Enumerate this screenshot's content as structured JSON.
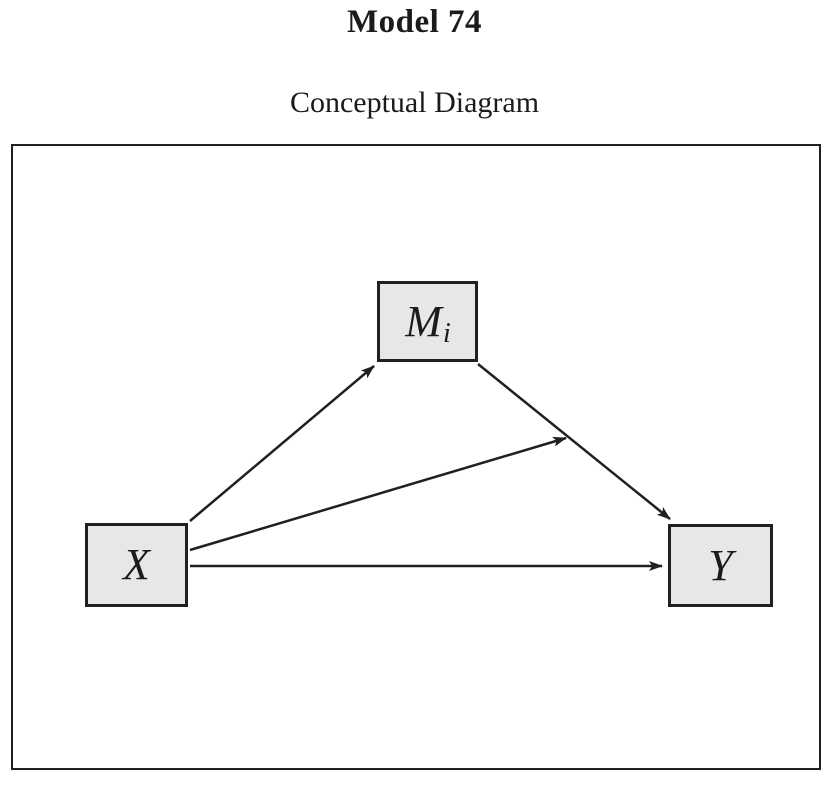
{
  "title": "Model 74",
  "subtitle": "Conceptual Diagram",
  "diagram": {
    "nodes": {
      "x": {
        "label": "X"
      },
      "m": {
        "label": "M",
        "subscript": "i"
      },
      "y": {
        "label": "Y"
      }
    },
    "edges": [
      {
        "from": "X",
        "to": "Mi"
      },
      {
        "from": "X",
        "to": "Y"
      },
      {
        "from": "Mi",
        "to": "Y"
      },
      {
        "from": "X",
        "to": "Mi-Y path"
      }
    ],
    "colors": {
      "node_fill": "#e6e7e8",
      "stroke": "#231f20"
    }
  }
}
